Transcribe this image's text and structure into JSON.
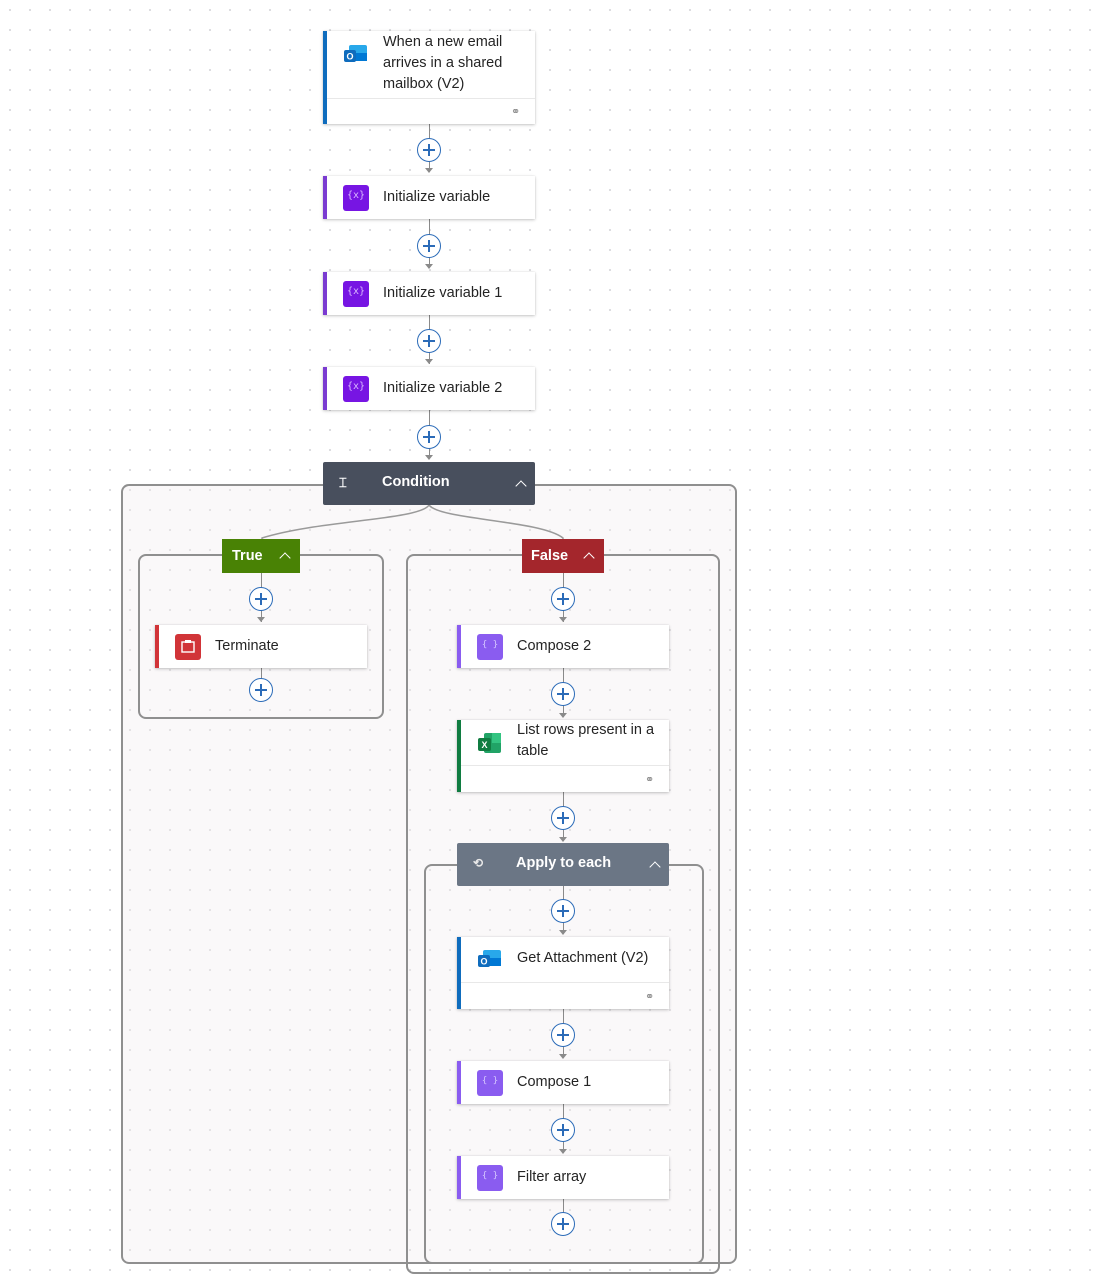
{
  "flow": {
    "trigger": {
      "label": "When a new email arrives in a shared mailbox (V2)",
      "icon": "outlook-icon"
    },
    "init_variable": {
      "label": "Initialize variable",
      "icon": "variable-icon"
    },
    "init_variable_1": {
      "label": "Initialize variable 1",
      "icon": "variable-icon"
    },
    "init_variable_2": {
      "label": "Initialize variable 2",
      "icon": "variable-icon"
    },
    "condition": {
      "label": "Condition",
      "icon": "condition-icon"
    },
    "true_branch": {
      "label": "True",
      "terminate": {
        "label": "Terminate",
        "icon": "terminate-icon"
      }
    },
    "false_branch": {
      "label": "False",
      "compose_2": {
        "label": "Compose 2",
        "icon": "compose-icon"
      },
      "list_rows": {
        "label": "List rows present in a table",
        "icon": "excel-icon"
      },
      "apply_to_each": {
        "label": "Apply to each",
        "icon": "loop-icon",
        "get_attachment": {
          "label": "Get Attachment (V2)",
          "icon": "outlook-icon"
        },
        "compose_1": {
          "label": "Compose 1",
          "icon": "compose-icon"
        },
        "filter_array": {
          "label": "Filter array",
          "icon": "filter-icon"
        }
      }
    }
  },
  "colors": {
    "variable": "#7715e3",
    "compose": "#8a5cf0",
    "condition_header": "#484f5d",
    "apply_header": "#6b7685",
    "true_header": "#498205",
    "false_header": "#a4262c",
    "terminate": "#d13438",
    "outlook": "#0f6cbd",
    "excel": "#107c41"
  }
}
